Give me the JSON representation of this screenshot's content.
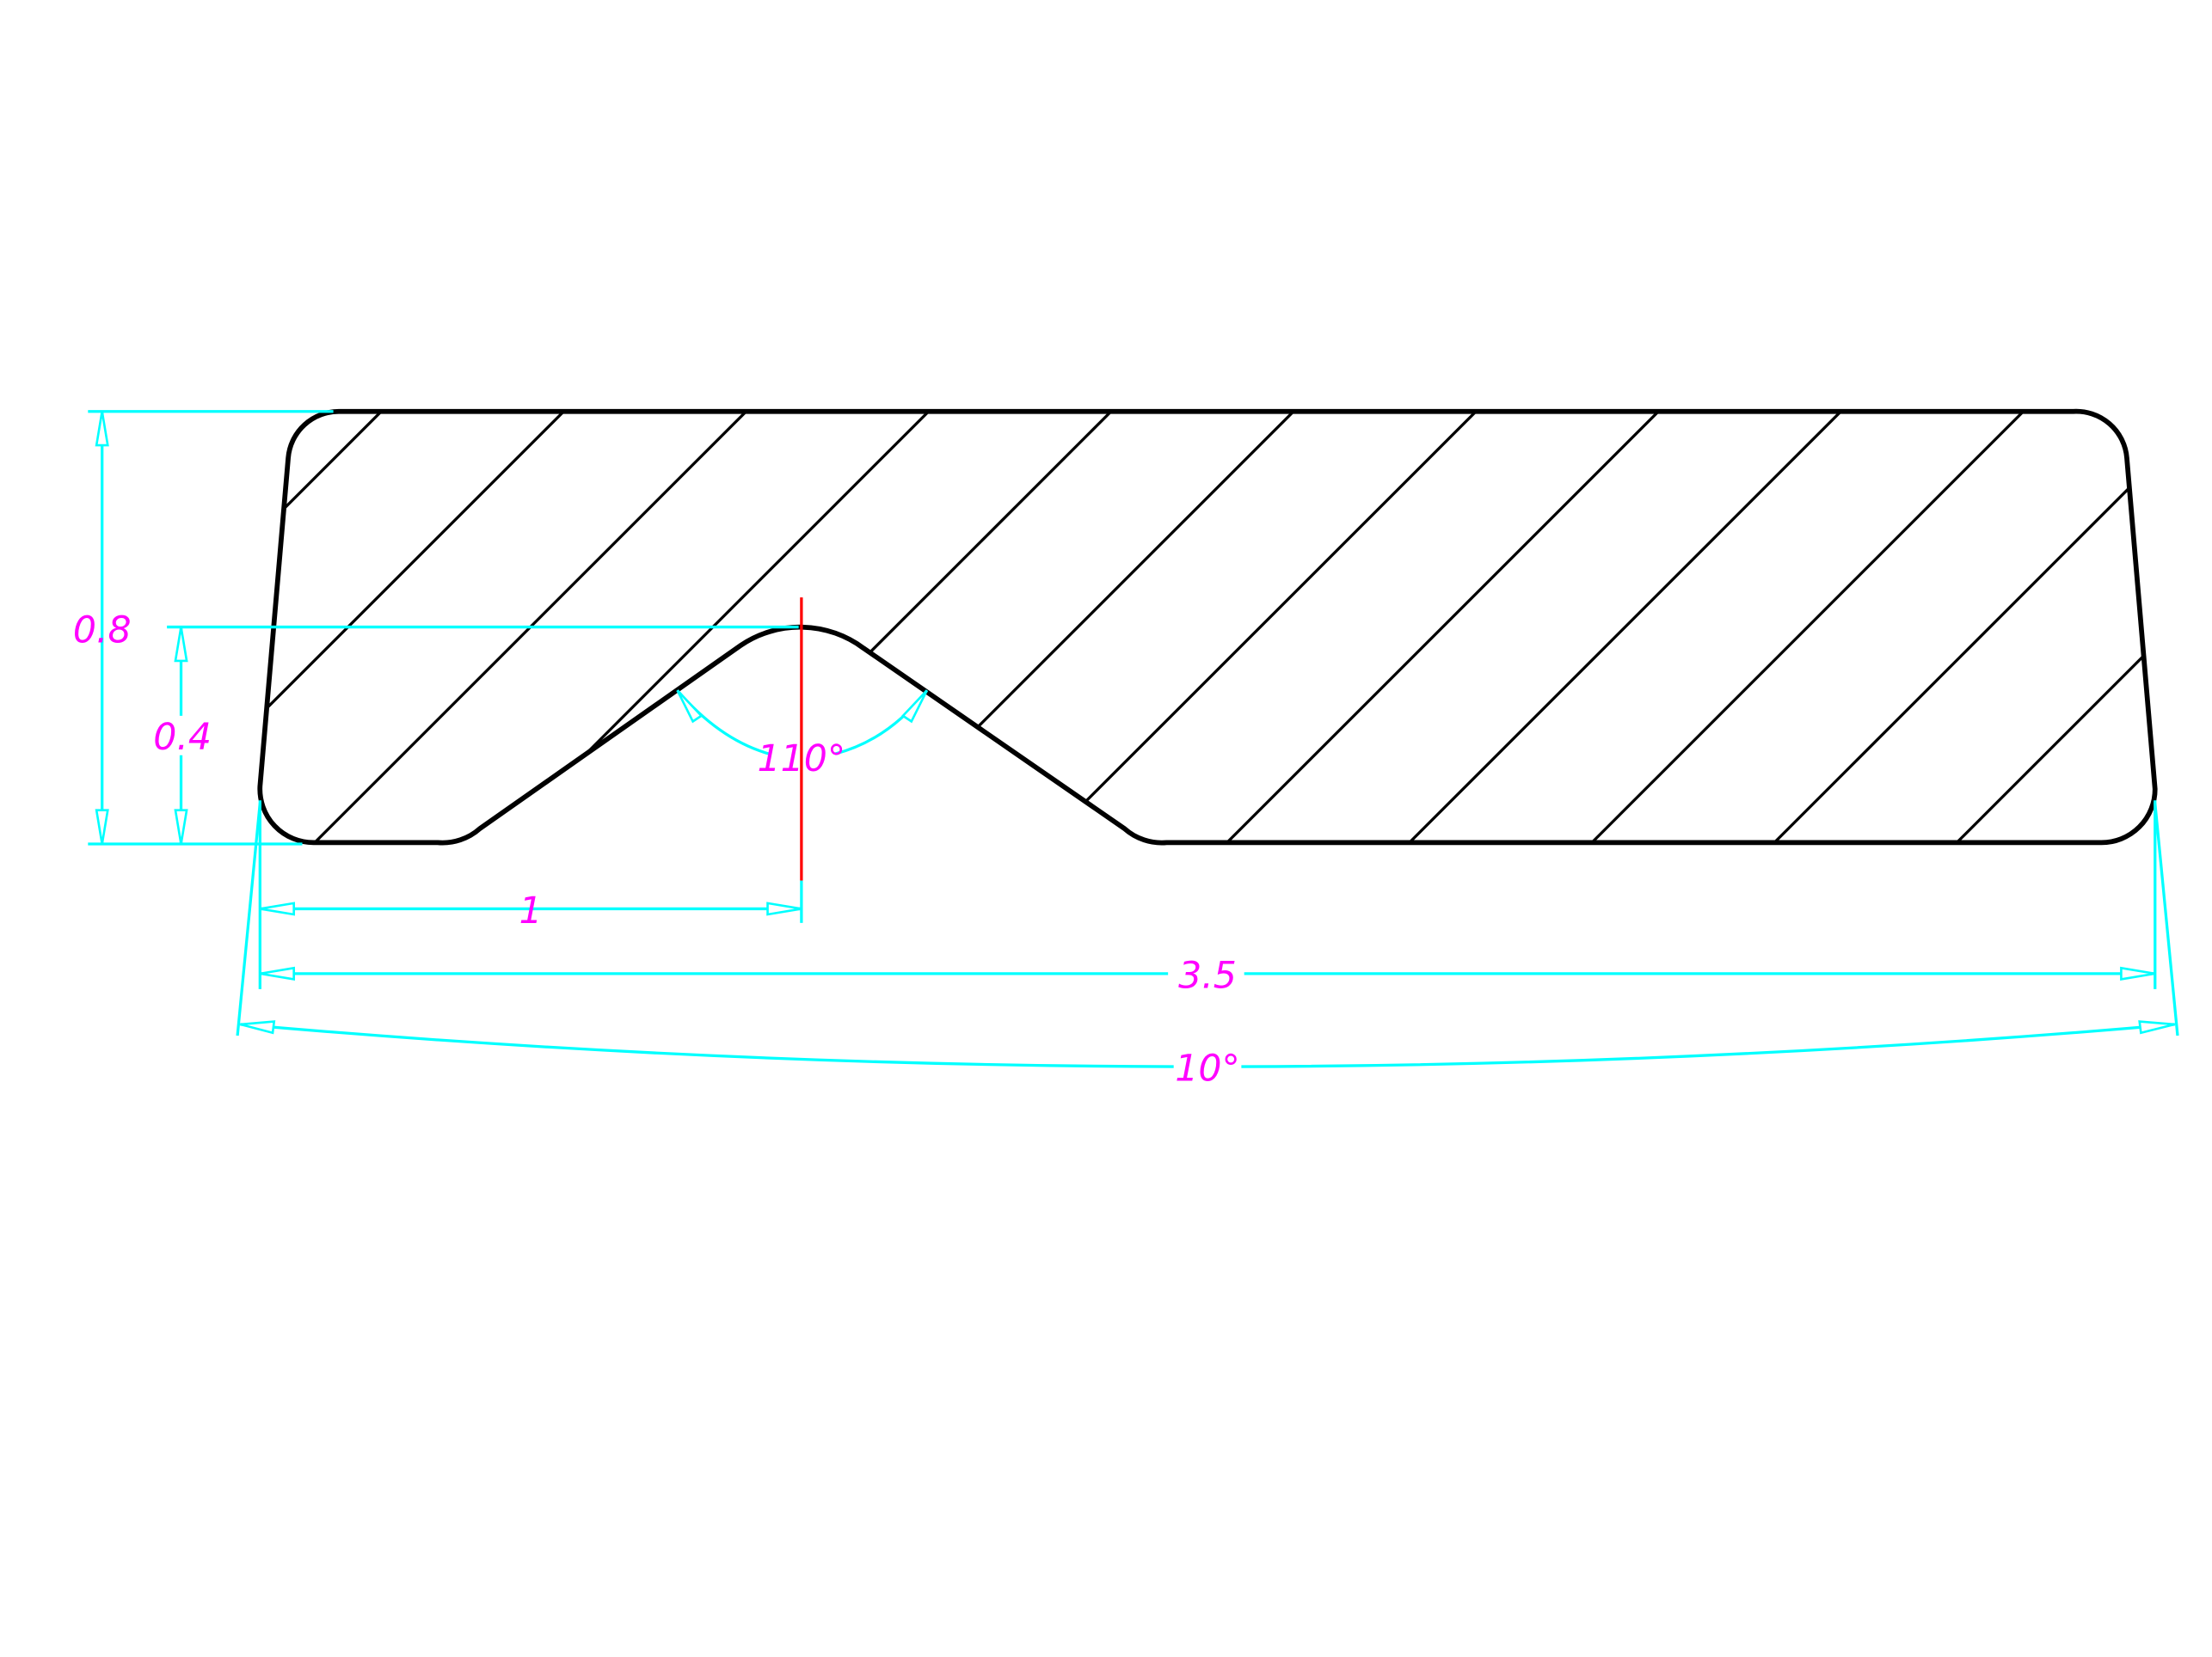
{
  "drawing": {
    "dimensions": {
      "overall_height": "0.8",
      "groove_depth": "0.4",
      "groove_offset": "1",
      "overall_width": "3.5",
      "groove_angle": "110°",
      "side_taper_angle": "10°"
    },
    "colors": {
      "outline": "#000000",
      "dimension_lines": "#00ffff",
      "dimension_text": "#ff00ff",
      "centerline": "#ff0000"
    }
  }
}
